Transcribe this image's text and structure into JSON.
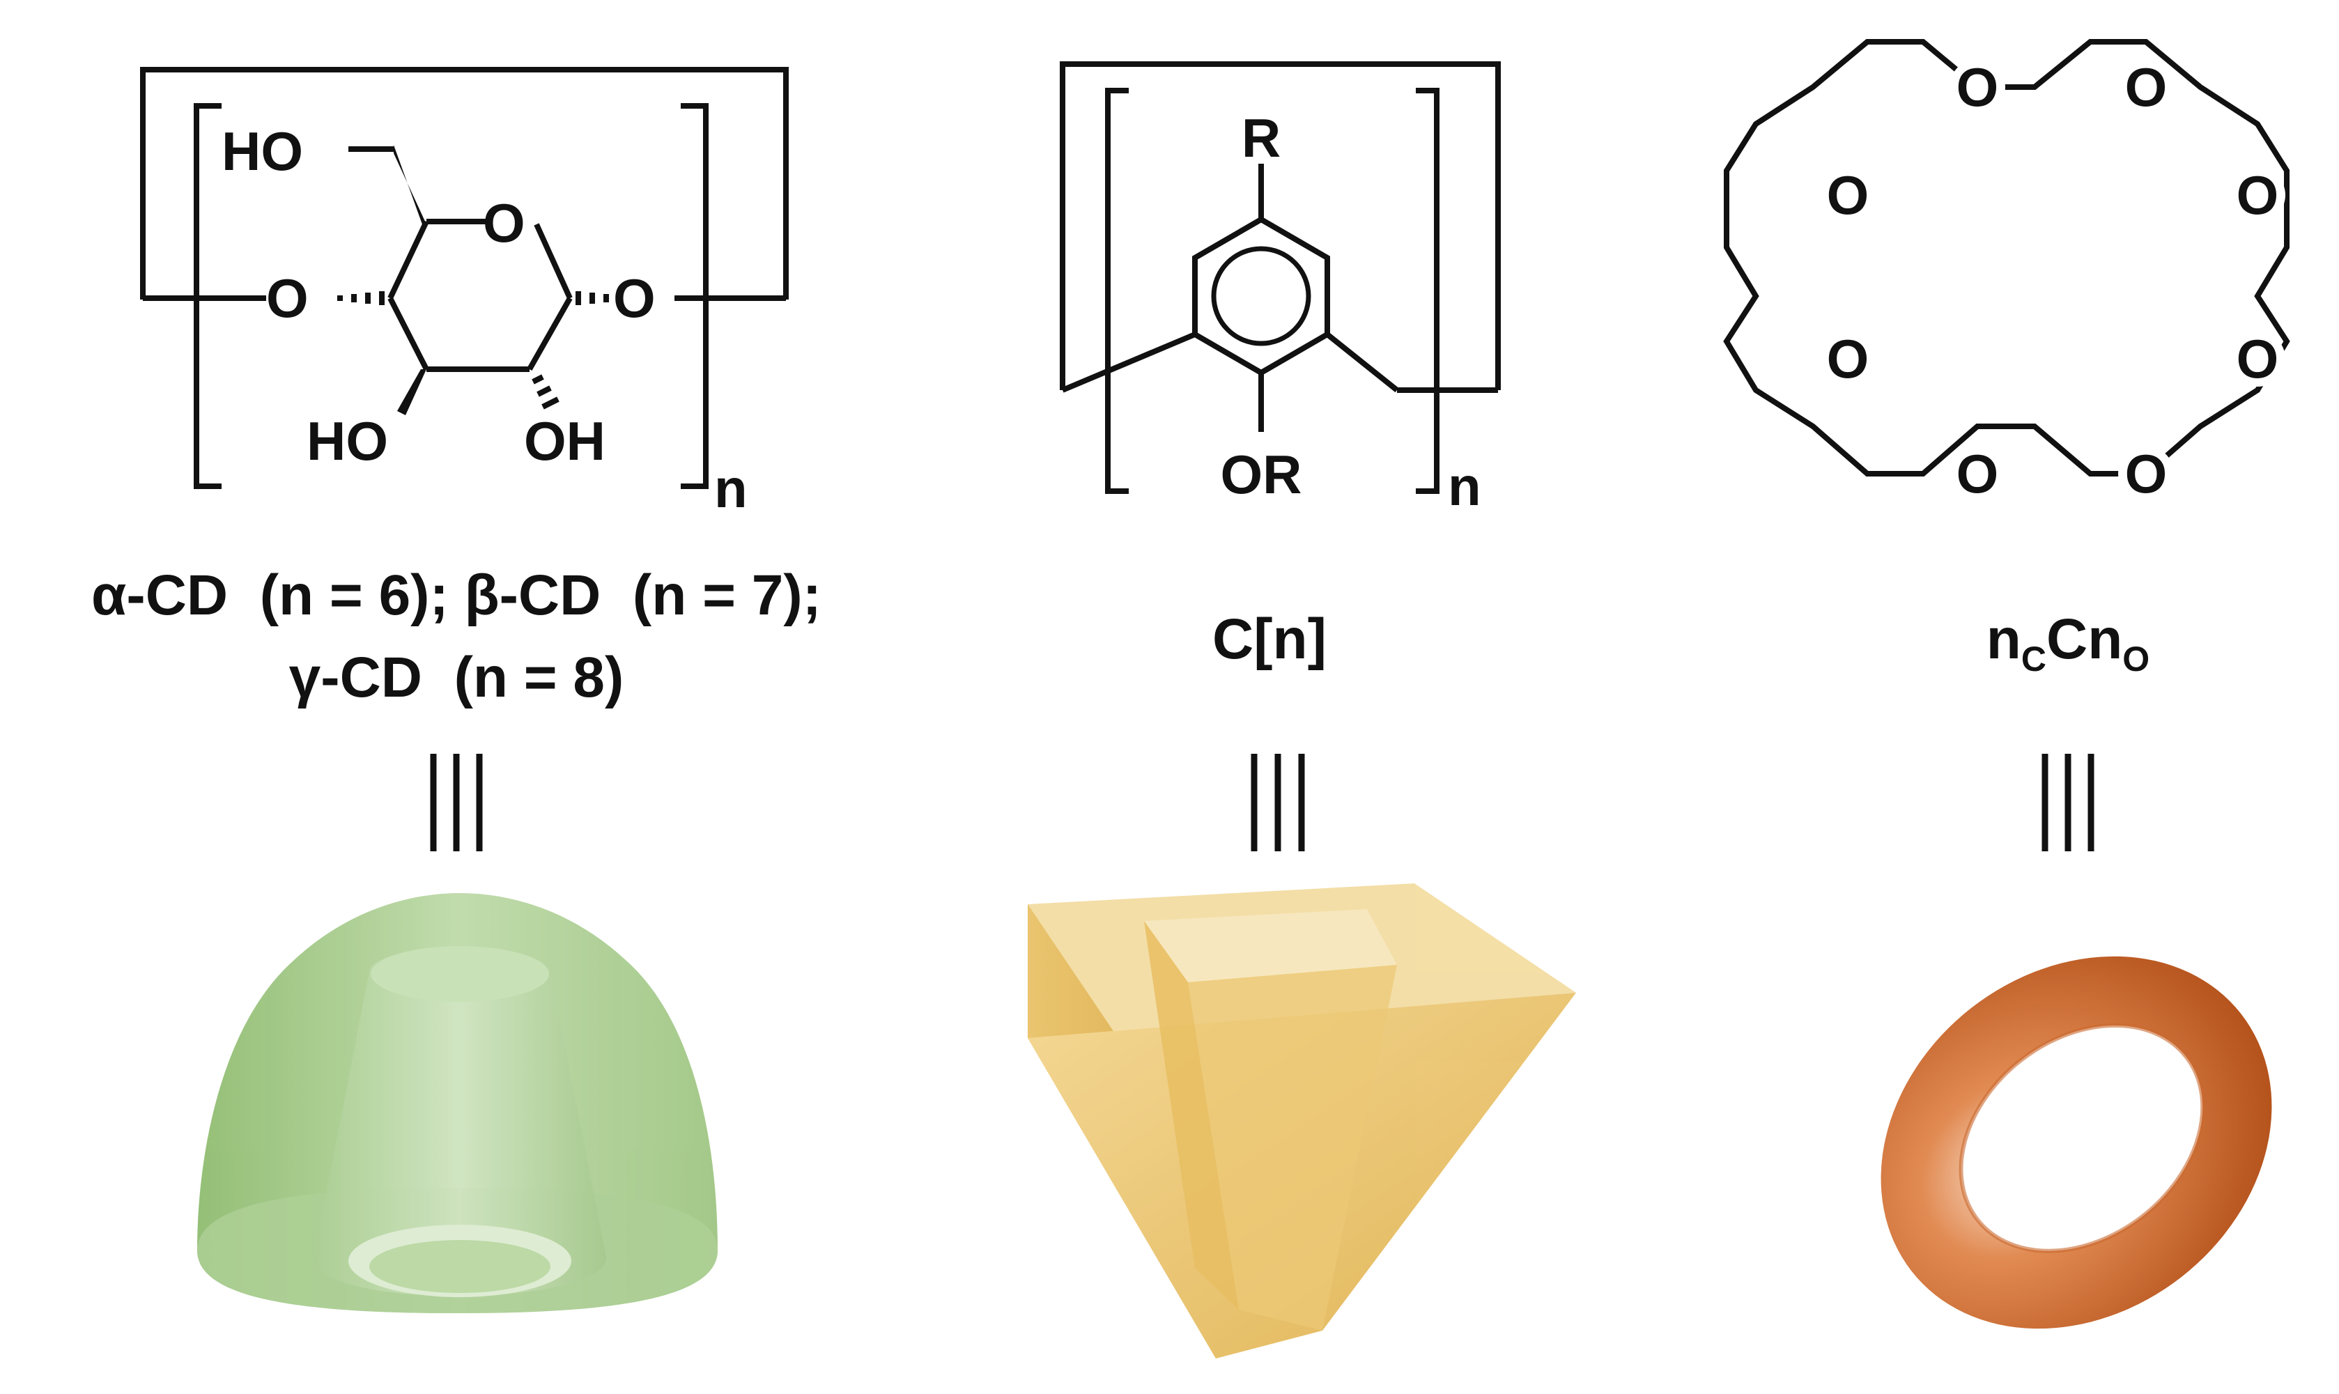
{
  "cyclodextrin": {
    "atoms": {
      "ho_top": "HO",
      "o_ring": "O",
      "o_left": "O",
      "o_right": "O",
      "ho_bottom": "HO",
      "oh_bottom": "OH"
    },
    "repeat_index": "n",
    "caption_line1": "α-CD  (n = 6); β-CD  (n = 7);",
    "caption_line2": "γ-CD  (n = 8)",
    "color": "#8fbf6f"
  },
  "calixarene": {
    "atoms": {
      "r_top": "R",
      "or_bottom": "OR"
    },
    "repeat_index": "n",
    "caption": "C[n]",
    "color": "#e9bd5a"
  },
  "crown_ether": {
    "atoms": [
      "O",
      "O",
      "O",
      "O",
      "O",
      "O",
      "O",
      "O"
    ],
    "caption_main1": "n",
    "caption_sub1": "C",
    "caption_main2": "Cn",
    "caption_sub2": "O",
    "color": "#c8622a"
  },
  "equivalence_symbol": "|||"
}
